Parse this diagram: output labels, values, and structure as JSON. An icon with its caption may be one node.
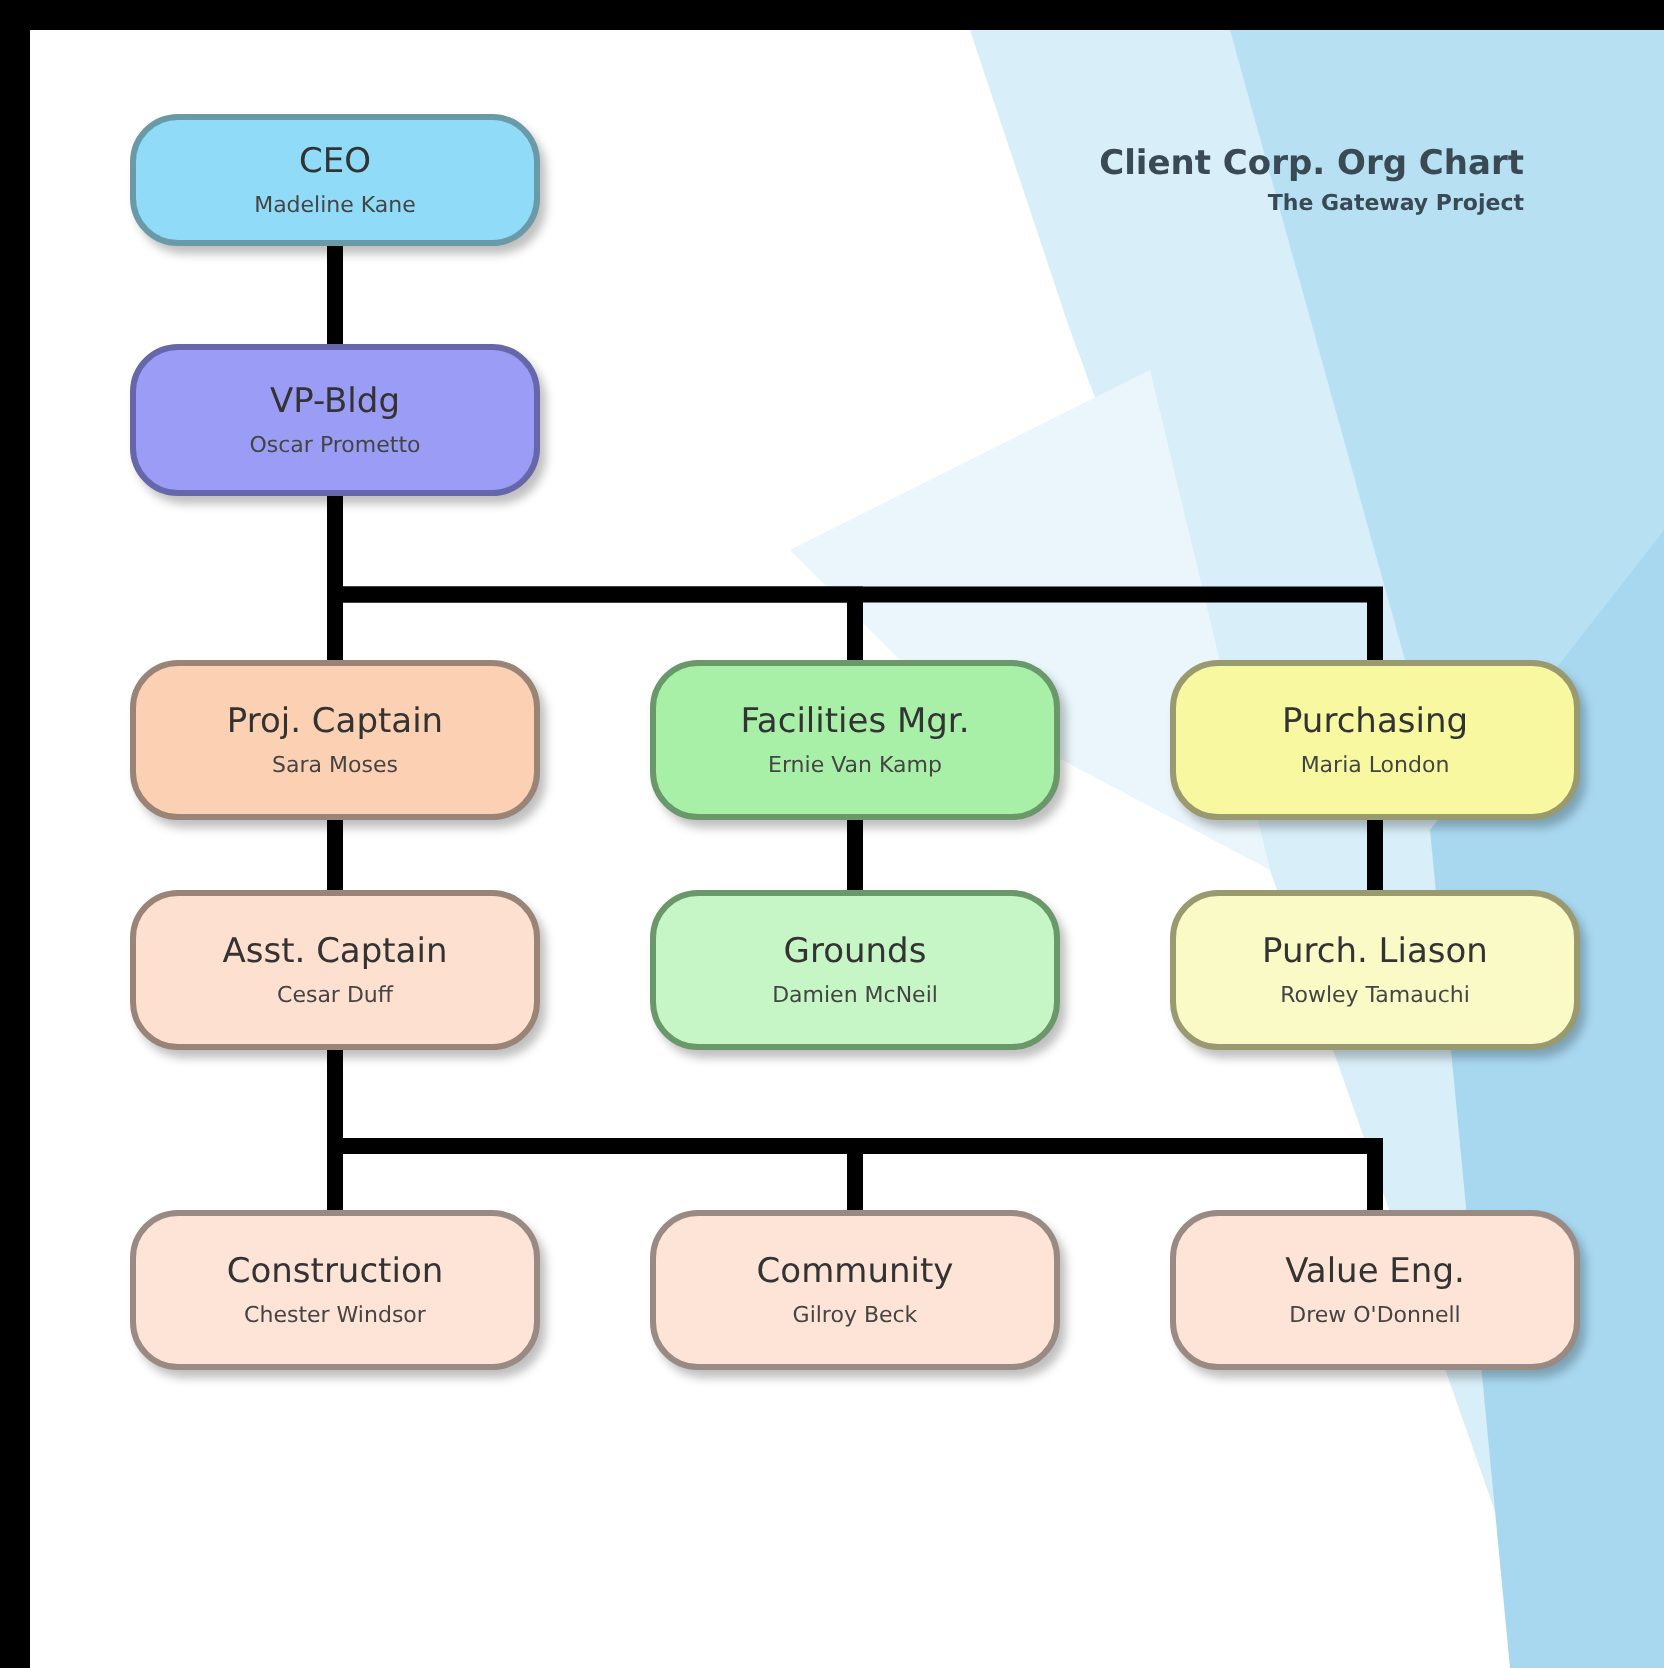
{
  "diagram": {
    "title": "Client Corp. Org Chart",
    "caption": "The Gateway Project",
    "nodes": [
      {
        "text": [
          "CEO",
          "Madeline Kane"
        ]
      },
      {
        "text": [
          "VP-Bldg",
          "Oscar Prometto"
        ]
      },
      {
        "text": [
          "Proj. Captain",
          "Sara Moses"
        ]
      },
      {
        "text": [
          "Facilities Mgr.",
          "Ernie Van Kamp"
        ]
      },
      {
        "text": [
          "Purchasing",
          "Maria London"
        ]
      },
      {
        "text": [
          "Asst. Captain",
          "Cesar Duff"
        ]
      },
      {
        "text": [
          "Grounds",
          "Damien McNeil"
        ]
      },
      {
        "text": [
          "Purch. Liason",
          "Rowley Tamauchi"
        ]
      },
      {
        "text": [
          "Construction",
          "Chester Windsor"
        ]
      },
      {
        "text": [
          "Community",
          "Gilroy Beck"
        ]
      },
      {
        "text": [
          "Value Eng.",
          "Drew O'Donnell"
        ]
      }
    ],
    "edges": [
      {
        "from": 0,
        "to": 1,
        "arrow": "none"
      },
      {
        "from": 1,
        "to": 2,
        "arrow": "none"
      },
      {
        "from": 1,
        "to": 3,
        "arrow": "none"
      },
      {
        "from": 1,
        "to": 4,
        "arrow": "none"
      },
      {
        "from": 2,
        "to": 5,
        "arrow": "none"
      },
      {
        "from": 3,
        "to": 6,
        "arrow": "none"
      },
      {
        "from": 4,
        "to": 7,
        "arrow": "none"
      },
      {
        "from": 5,
        "to": 8,
        "arrow": "none"
      },
      {
        "from": 5,
        "to": 9,
        "arrow": "none"
      },
      {
        "from": 5,
        "to": 10,
        "arrow": "none"
      }
    ]
  }
}
